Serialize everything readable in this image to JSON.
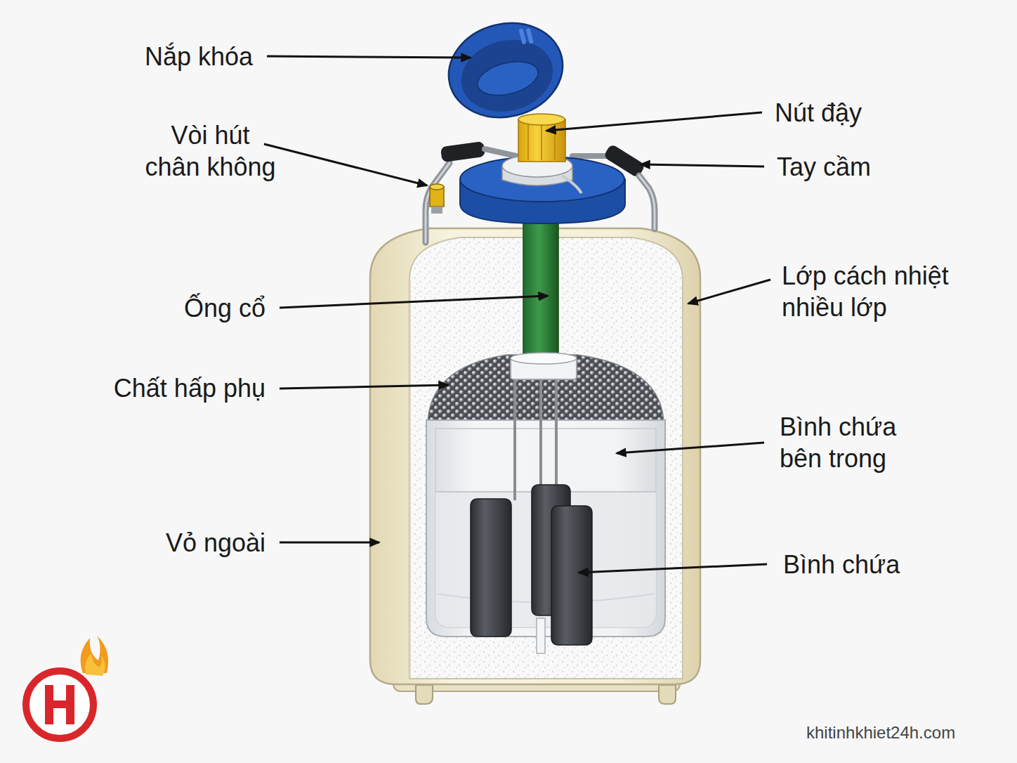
{
  "diagram": {
    "labels": [
      "Nắp khóa",
      "Nút đậy",
      "Vòi hút chân không",
      "Tay cầm",
      "Ống cổ",
      "Lớp cách nhiệt nhiều lớp",
      "Chất hấp phụ",
      "Bình chứa bên trong",
      "Vỏ ngoài",
      "Bình chứa",
      "khitinhkhiet24h.com"
    ]
  }
}
